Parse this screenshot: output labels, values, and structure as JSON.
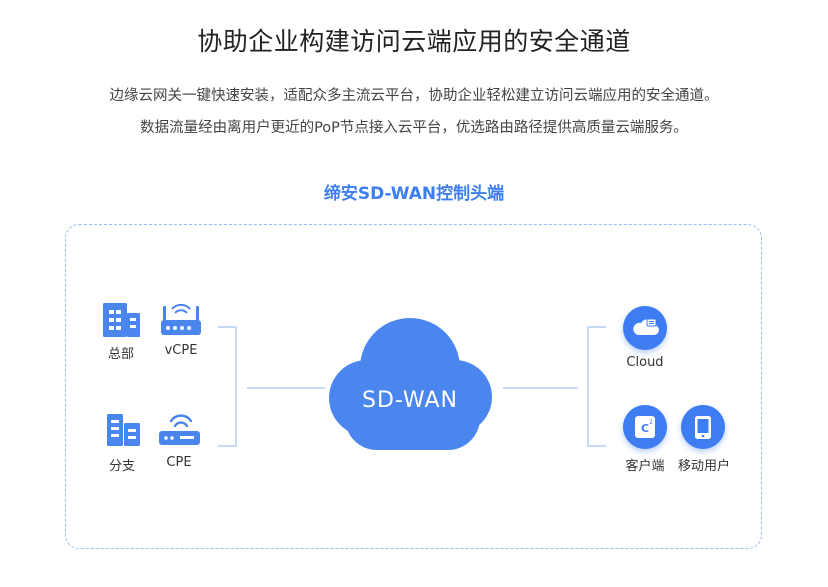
{
  "header": {
    "title": "协助企业构建访问云端应用的安全通道",
    "desc_line1": "边缘云网关一键快速安装，适配众多主流云平台，协助企业轻松建立访问云端应用的安全通道。",
    "desc_line2": "数据流量经由离用户更近的PoP节点接入云平台，优选路由路径提供高质量云端服务。"
  },
  "diagram": {
    "subtitle": "缔安SD-WAN控制头端",
    "center_label": "SD-WAN",
    "left_nodes": [
      {
        "label": "总部",
        "icon": "building-icon"
      },
      {
        "label": "vCPE",
        "icon": "router-icon"
      },
      {
        "label": "分支",
        "icon": "branch-building-icon"
      },
      {
        "label": "CPE",
        "icon": "wifi-device-icon"
      }
    ],
    "right_nodes": [
      {
        "label": "Cloud",
        "icon": "cloud-server-icon"
      },
      {
        "label": "客户端",
        "icon": "client-icon"
      },
      {
        "label": "移动用户",
        "icon": "mobile-icon"
      }
    ],
    "colors": {
      "accent": "#3e7cf2",
      "line": "#b3cdf5",
      "icon": "#4a86ee"
    }
  }
}
